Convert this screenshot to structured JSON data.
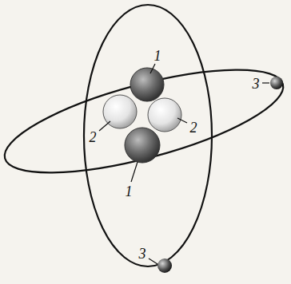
{
  "diagram": {
    "labels": [
      "1",
      "2",
      "2",
      "1",
      "3",
      "3"
    ]
  }
}
